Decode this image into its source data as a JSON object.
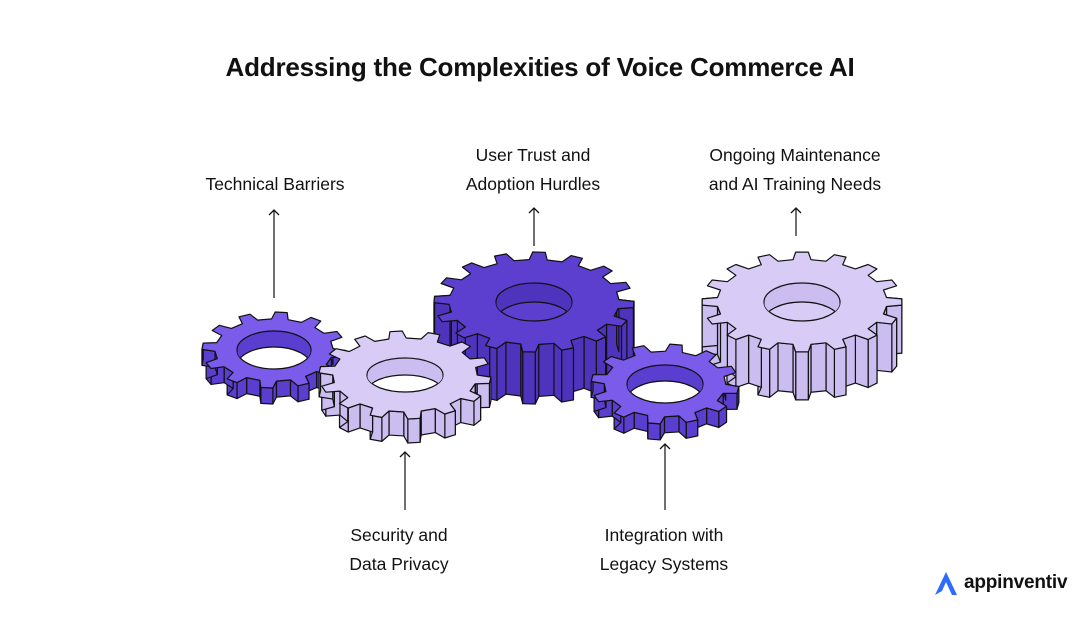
{
  "title": "Addressing the Complexities of Voice Commerce AI",
  "labels": {
    "technical": [
      "Technical Barriers"
    ],
    "trust": [
      "User Trust and",
      "Adoption Hurdles"
    ],
    "maintenance": [
      "Ongoing Maintenance",
      "and AI Training Needs"
    ],
    "security": [
      "Security and",
      "Data Privacy"
    ],
    "integration": [
      "Integration with",
      "Legacy Systems"
    ]
  },
  "colors": {
    "purple_face": "#7b5cea",
    "purple_side": "#5a3ed0",
    "dark_face": "#5c3fcf",
    "dark_side": "#4e34bd",
    "light_face": "#d8ccf6",
    "light_side": "#cbbdf0",
    "outline": "#111111",
    "brand": "#2f6bff"
  },
  "logo": {
    "text": "appinventiv",
    "icon": "appinventiv-logo-icon"
  }
}
